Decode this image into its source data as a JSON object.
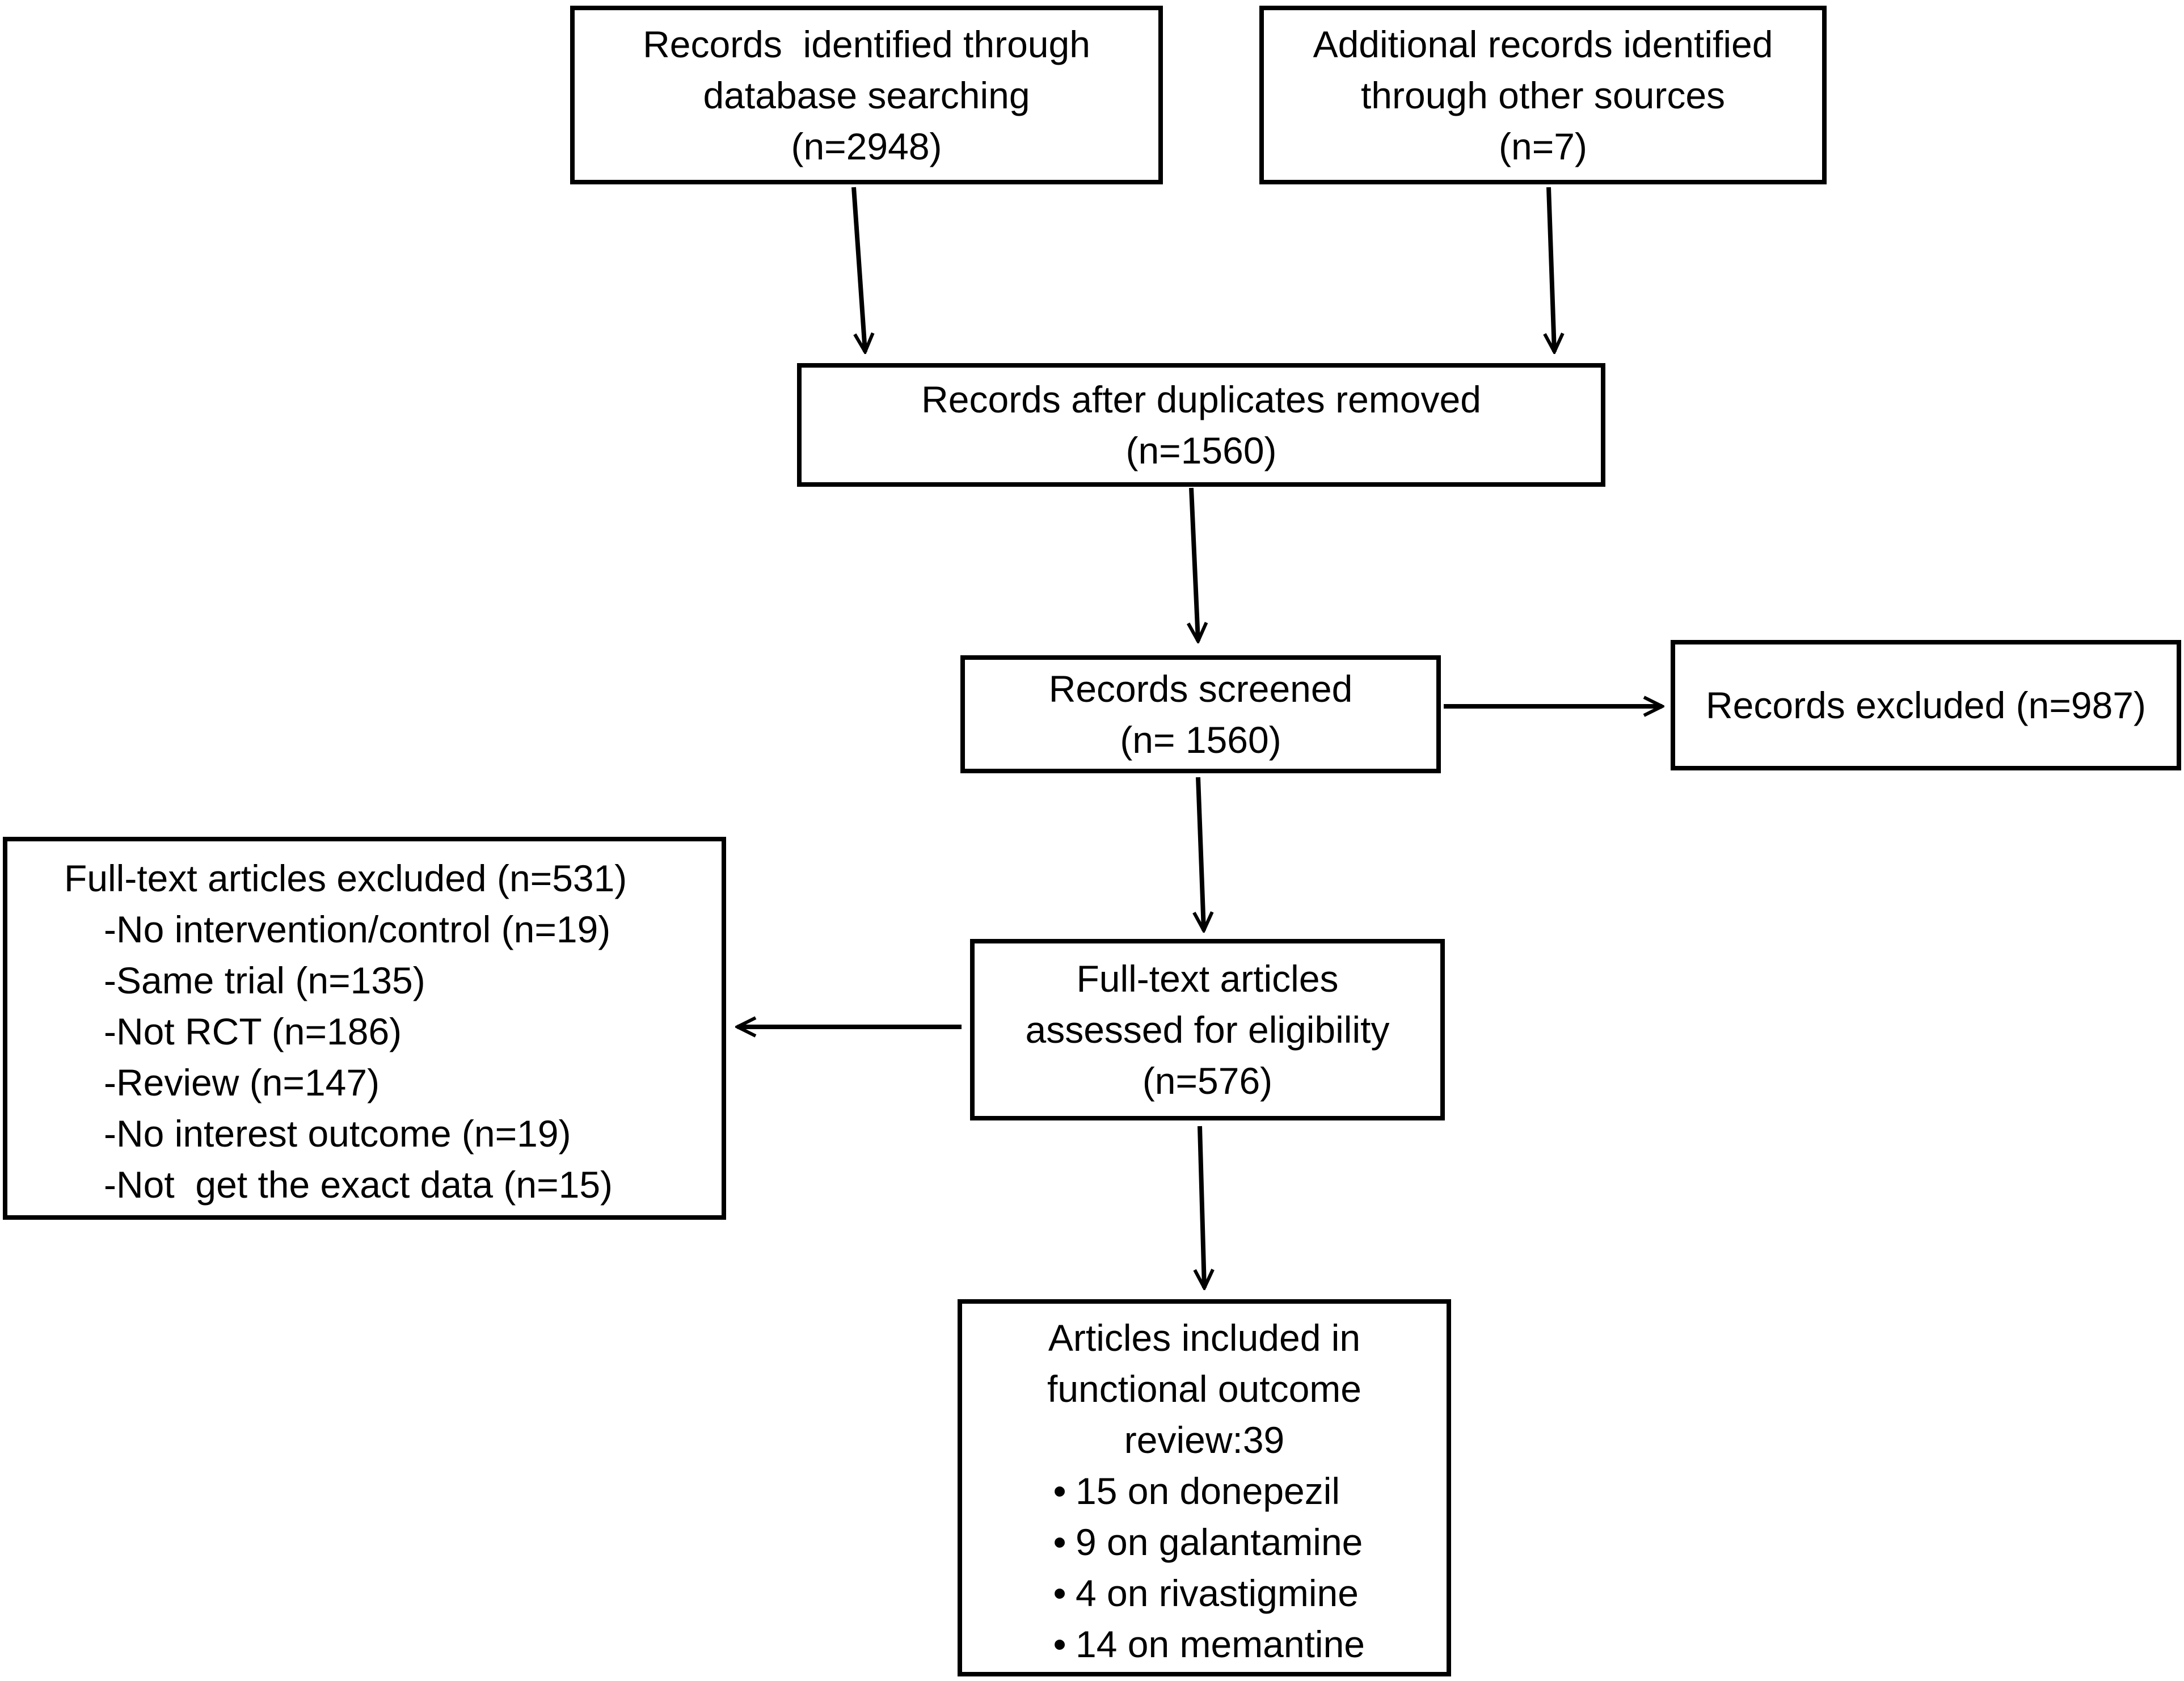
{
  "diagram": {
    "identified_database": {
      "lines": [
        "Records  identified through",
        "database searching",
        "(n=2948)"
      ]
    },
    "identified_other": {
      "lines": [
        "Additional records identified",
        "through other sources",
        "(n=7)"
      ]
    },
    "after_duplicates": {
      "lines": [
        "Records after duplicates removed",
        "(n=1560)"
      ]
    },
    "screened": {
      "lines": [
        "Records screened",
        "(n= 1560)"
      ]
    },
    "excluded": {
      "lines": [
        "Records excluded (n=987)"
      ]
    },
    "fulltext_assessed": {
      "lines": [
        "Full-text articles",
        "assessed for eligibility",
        "(n=576)"
      ]
    },
    "fulltext_excluded": {
      "title": "Full-text articles excluded (n=531)",
      "reasons": [
        "-No intervention/control (n=19)",
        "-Same trial (n=135)",
        "-Not RCT (n=186)",
        "-Review (n=147)",
        "-No interest outcome (n=19)",
        "-Not  get the exact data (n=15)"
      ]
    },
    "included": {
      "lines": [
        "Articles included in",
        "functional outcome",
        "review:39"
      ],
      "bullet_glyph": "•",
      "bullets": [
        "15 on donepezil",
        "9 on galantamine",
        "4 on rivastigmine",
        "14 on memantine"
      ]
    }
  }
}
